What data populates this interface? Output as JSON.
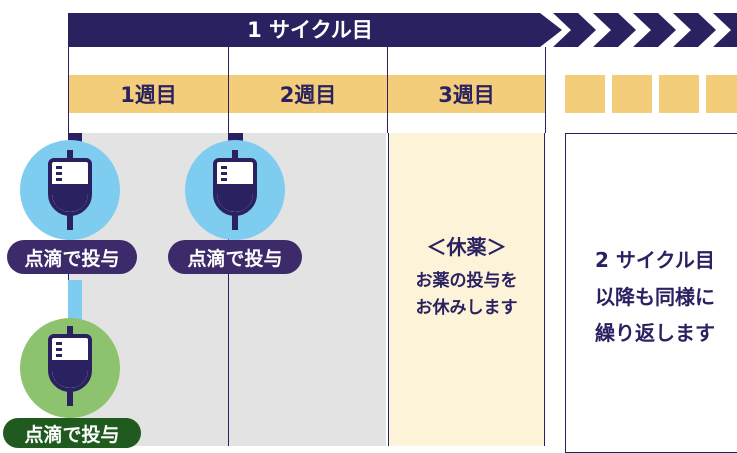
{
  "colors": {
    "navy": "#2a2260",
    "week_yellow": "#f3cd7a",
    "rest_bg": "#fdf3d9",
    "gray_bg": "#e3e3e3",
    "light_blue": "#7ecdf0",
    "green": "#8dc36e",
    "dark_green": "#1f5a1f",
    "purple": "#3d2a6a"
  },
  "cycle": {
    "label": "1 サイクル目"
  },
  "weeks": [
    "1週目",
    "2週目",
    "3週目"
  ],
  "dosing": [
    {
      "label": "点滴で投与",
      "icon": "iv-bag-icon"
    },
    {
      "label": "点滴で投与",
      "icon": "iv-bag-icon"
    },
    {
      "label": "点滴で投与",
      "icon": "iv-bag-icon"
    }
  ],
  "rest": {
    "title": "＜休薬＞",
    "line1": "お薬の投与を",
    "line2": "お休みします"
  },
  "next": {
    "line1": "2 サイクル目",
    "line2": "以降も同様に",
    "line3": "繰り返します"
  }
}
